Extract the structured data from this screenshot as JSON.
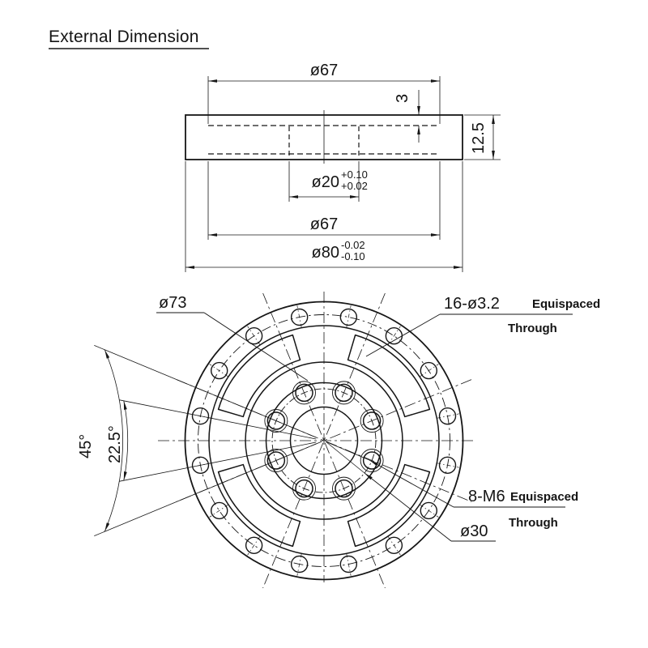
{
  "title": "External Dimension",
  "section_view": {
    "dim_top_recess_dia": "ø67",
    "dim_recess_depth": "3",
    "dim_thickness": "12.5",
    "dim_center_bore": "ø20",
    "bore_tol_upper": "+0.10",
    "bore_tol_lower": "+0.02",
    "dim_bottom_recess_dia": "ø67",
    "dim_outer_dia": "ø80",
    "outer_tol_upper": "-0.02",
    "outer_tol_lower": "-0.10"
  },
  "front_view": {
    "dim_outer_bolt_circle": "ø73",
    "outer_holes_label": "16-ø3.2",
    "outer_holes_note_1": "Equispaced",
    "outer_holes_note_2": "Through",
    "inner_holes_label": "8-M6",
    "inner_holes_note_1": "Equispaced",
    "inner_holes_note_2": "Through",
    "dim_inner_bolt_circle": "ø30",
    "angle_large": "45°",
    "angle_small": "22.5°"
  }
}
